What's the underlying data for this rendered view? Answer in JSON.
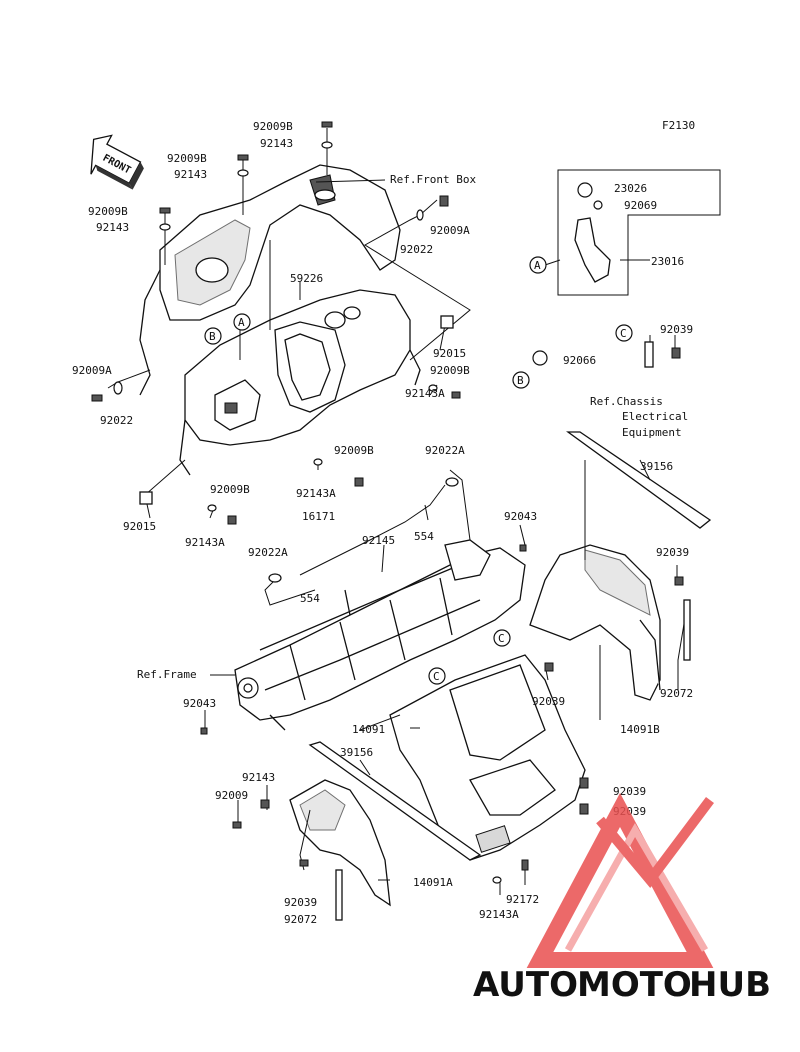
{
  "figure_code": "F2130",
  "front_label": "FRONT",
  "refs": {
    "front_box": "Ref.Front Box",
    "chassis_line1": "Ref.Chassis",
    "chassis_line2": "Electrical",
    "chassis_line3": "Equipment",
    "frame": "Ref.Frame"
  },
  "callouts": {
    "A": "A",
    "B": "B",
    "C": "C"
  },
  "parts": [
    "92009B",
    "92143",
    "92009B",
    "92143",
    "92009B",
    "92143",
    "92009A",
    "92022",
    "59226",
    "92015",
    "92009B",
    "92143A",
    "92009A",
    "92022",
    "92009B",
    "92143A",
    "92015",
    "92009B",
    "92143A",
    "23026",
    "92069",
    "23016",
    "92039",
    "92066",
    "92022A",
    "16171",
    "554",
    "92145",
    "92022A",
    "554",
    "92043",
    "39156",
    "92039",
    "92043",
    "92039",
    "92072",
    "14091B",
    "14091",
    "92143",
    "92009",
    "39156",
    "92039",
    "92039",
    "92039",
    "92072",
    "14091A",
    "92172",
    "92143A"
  ],
  "watermark": {
    "auto": "AUTO",
    "moto": "MOTO",
    "hub": "HUB",
    "color_auto": "#f3b26a",
    "color_moto": "#e7534a",
    "color_hub": "#6f6f6f",
    "color_logo": "#e95050"
  }
}
